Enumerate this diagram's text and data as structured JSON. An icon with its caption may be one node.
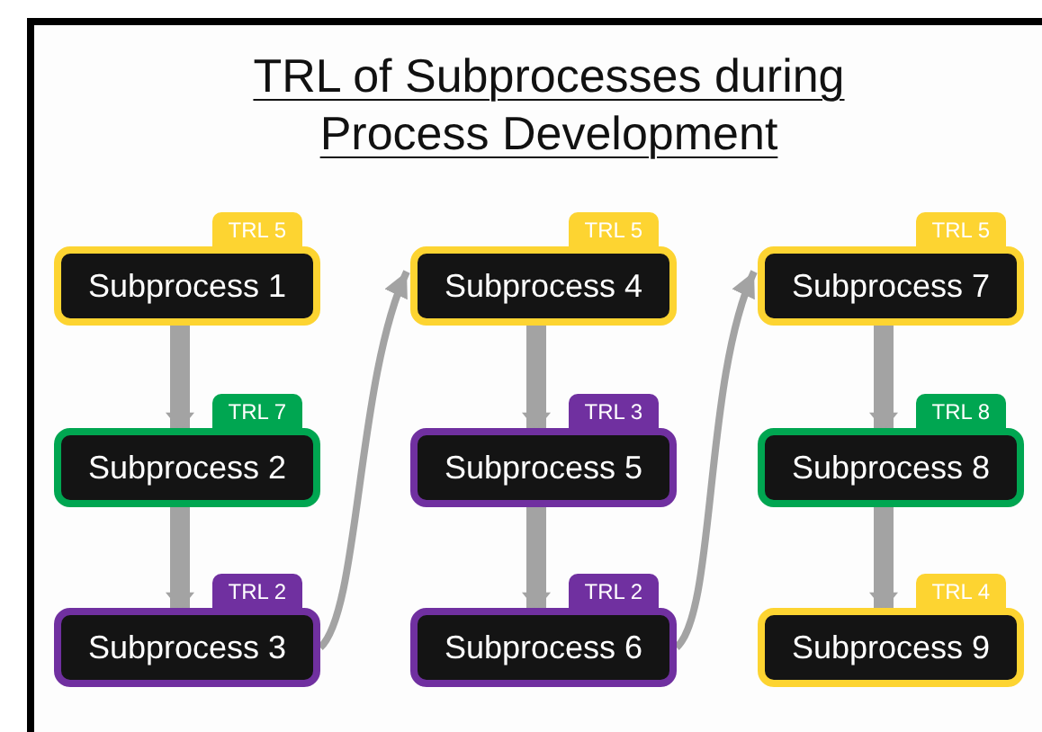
{
  "diagram": {
    "title": "TRL of Subprocesses during Process Development",
    "nodes": [
      {
        "text": [
          "TRL 5",
          "Subprocess 1"
        ]
      },
      {
        "text": [
          "TRL 7",
          "Subprocess 2"
        ]
      },
      {
        "text": [
          "TRL 2",
          "Subprocess 3"
        ]
      },
      {
        "text": [
          "TRL 5",
          "Subprocess 4"
        ]
      },
      {
        "text": [
          "TRL 3",
          "Subprocess 5"
        ]
      },
      {
        "text": [
          "TRL 2",
          "Subprocess 6"
        ]
      },
      {
        "text": [
          "TRL 5",
          "Subprocess 7"
        ]
      },
      {
        "text": [
          "TRL 8",
          "Subprocess 8"
        ]
      },
      {
        "text": [
          "TRL 4",
          "Subprocess 9"
        ]
      }
    ],
    "edges": [
      {
        "from": 0,
        "to": 1,
        "arrow": "to"
      },
      {
        "from": 1,
        "to": 2,
        "arrow": "to"
      },
      {
        "from": 2,
        "to": 3,
        "arrow": "to"
      },
      {
        "from": 3,
        "to": 4,
        "arrow": "to"
      },
      {
        "from": 4,
        "to": 5,
        "arrow": "to"
      },
      {
        "from": 5,
        "to": 6,
        "arrow": "to"
      },
      {
        "from": 6,
        "to": 7,
        "arrow": "to"
      },
      {
        "from": 7,
        "to": 8,
        "arrow": "to"
      }
    ]
  }
}
